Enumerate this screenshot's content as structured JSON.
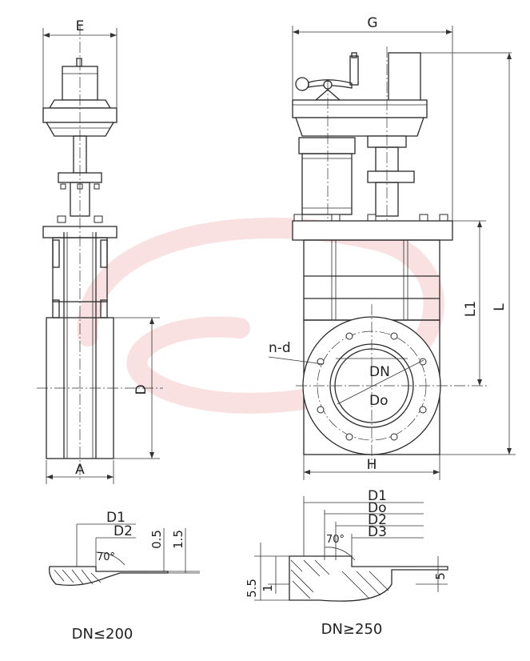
{
  "labels": {
    "E": "E",
    "G": "G",
    "A": "A",
    "D": "D",
    "H": "H",
    "L": "L",
    "L1": "L1",
    "nd": "n-d",
    "DN": "DN",
    "Do": "Do",
    "detail_small": {
      "D1": "D1",
      "D2": "D2",
      "d05": "0.5",
      "d15": "1.5",
      "angle": "70°"
    },
    "detail_large": {
      "D1": "D1",
      "Do": "Do",
      "D2": "D2",
      "D3": "D3",
      "angle": "70°",
      "d55": "5.5",
      "d1": "1",
      "d5": "5"
    },
    "caption_small": "DN≤200",
    "caption_large": "DN≥250"
  },
  "watermark": {
    "color": "#f6c9c9"
  },
  "colors": {
    "line": "#2a2a2a",
    "text": "#222222",
    "background": "#ffffff"
  }
}
